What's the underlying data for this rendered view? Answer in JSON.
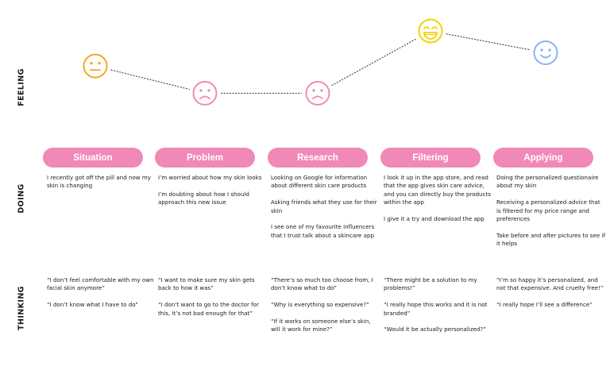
{
  "row_labels": {
    "feeling": "FEELING",
    "doing": "DOING",
    "thinking": "THINKING"
  },
  "colors": {
    "pill": "#f189b7",
    "neutral": "#f5a623",
    "sad": "#f08cb8",
    "happy": "#f5d300",
    "content": "#8ab4f8"
  },
  "feelings": [
    {
      "stage": "Situation",
      "mood": "neutral",
      "level": 0.55
    },
    {
      "stage": "Problem",
      "mood": "sad",
      "level": 0.2
    },
    {
      "stage": "Research",
      "mood": "sad",
      "level": 0.2
    },
    {
      "stage": "Filtering",
      "mood": "very-happy",
      "level": 1.0
    },
    {
      "stage": "Applying",
      "mood": "happy",
      "level": 0.72
    }
  ],
  "phases": [
    {
      "title": "Situation",
      "doing": [
        "I recently got off the pill and now my skin is changing"
      ],
      "thinking": [
        "“I don’t feel comfortable with my own facial skin anymore”",
        "“I don’t know what I have to do”"
      ]
    },
    {
      "title": "Problem",
      "doing": [
        "I’m worried about how my skin looks",
        "I’m doubting about how I should approach this new issue"
      ],
      "thinking": [
        "“I want to make sure my skin gets back to how it was”",
        "“I don’t want to go to the doctor for this, it’s not bad enough for that”"
      ]
    },
    {
      "title": "Research",
      "doing": [
        "Looking on Google for information about different skin care products",
        "Asking friends what they use for their skin",
        "I see one of my favourite influencers that I trust talk about a skincare app"
      ],
      "thinking": [
        "“There’s so much too choose from, I don’t know what to do”",
        "“Why is everything so expensive?”",
        "“If it works on someone else’s skin, will it work for mine?”"
      ]
    },
    {
      "title": "Filtering",
      "doing": [
        "I look it up in the app store, and read that the app gives skin care advice, and you can directly buy the products within the app",
        "I give it a try and download the app"
      ],
      "thinking": [
        "“There might be a solution to my problems!”",
        "“I really hope this works and it is not branded”",
        "“Would it be actually personalized?”"
      ]
    },
    {
      "title": "Applying",
      "doing": [
        "Doing the personalized questionaire about my skin",
        "Receiving a personalized advice that is filtered for my price range and preferences",
        "Take before and after pictures to see if it helps"
      ],
      "thinking": [
        "“I’m so happy it’s personalized, and not that expensive. And cruelty free!”",
        "“I really hope I’ll see a difference”"
      ]
    }
  ]
}
